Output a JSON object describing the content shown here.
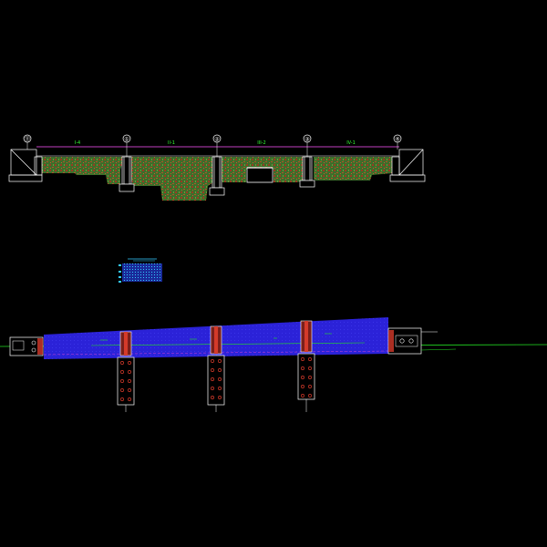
{
  "drawing": {
    "background": "#000000",
    "colors": {
      "deck_fill": "#2b22d8",
      "fill_green": "#3f7a2a",
      "fill_red": "#8a2a1e",
      "pier_red": "#d43a2a",
      "line_white": "#ffffff",
      "line_magenta": "#c040c0",
      "line_green": "#22dd22",
      "text_green": "#33ff33"
    },
    "elevation": {
      "axis_labels": [
        "⑪",
        "①",
        "②",
        "③",
        "④"
      ],
      "span_labels": [
        "I-4",
        "II-1",
        "III-2",
        "IV-1"
      ]
    }
  }
}
